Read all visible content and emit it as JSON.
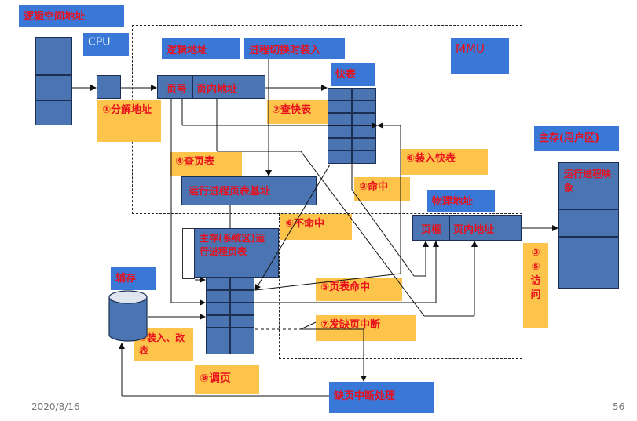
{
  "title": "逻辑空间地址",
  "cpu": "CPU",
  "mmu": "MMU",
  "logic_addr": {
    "title": "逻辑地址",
    "page_no": "页号",
    "offset": "页内地址"
  },
  "switch_load": "进程切换时装入",
  "tlb": "快表",
  "steps": {
    "s1": "①分解地址",
    "s2": "②查快表",
    "s3": "③命中",
    "s4": "④查页表",
    "s5": "⑤页表命中",
    "s6": "⑥装入快表",
    "s6b": "⑥不命中",
    "s7": "⑦发缺页中断",
    "s8": "⑧调页",
    "s9": "⑨装入、改表",
    "s35": "③⑤访问"
  },
  "page_table_base": "运行进程页表基址",
  "main_mem_sys": "主存(系统区)运行进程页表",
  "aux": "辅存",
  "phys": {
    "title": "物理地址",
    "frame": "页框",
    "offset": "页内地址"
  },
  "main_mem_user": "主存(用户区)",
  "proc_image": "运行进程映象",
  "page_fault": "缺页中断处理",
  "date": "2020/8/16",
  "page_num": "56"
}
